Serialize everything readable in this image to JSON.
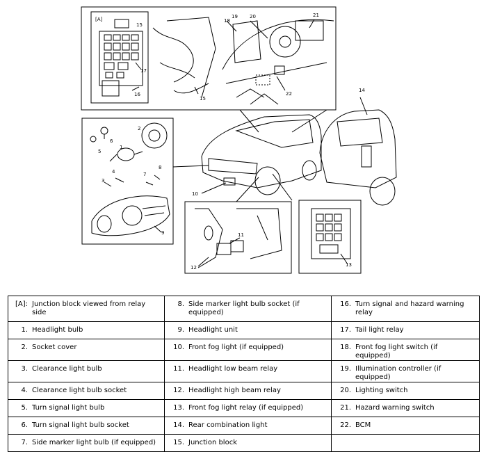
{
  "callouts": {
    "A": "[A]",
    "n1": "1",
    "n2": "2",
    "n3": "3",
    "n4": "4",
    "n5": "5",
    "n6": "6",
    "n7": "7",
    "n8": "8",
    "n9": "9",
    "n10": "10",
    "n11": "11",
    "n12": "12",
    "n13": "13",
    "n14": "14",
    "n15a": "15",
    "n15b": "15",
    "n16": "16",
    "n17": "17",
    "n18": "18",
    "n19": "19",
    "n20": "20",
    "n21": "21",
    "n22": "22"
  },
  "legend": {
    "rows": [
      [
        {
          "num": "[A]:",
          "text": "Junction block viewed from relay side"
        },
        {
          "num": "8.",
          "text": "Side marker light bulb socket (if equipped)"
        },
        {
          "num": "16.",
          "text": "Turn signal and hazard warning relay"
        }
      ],
      [
        {
          "num": "1.",
          "text": "Headlight bulb"
        },
        {
          "num": "9.",
          "text": "Headlight unit"
        },
        {
          "num": "17.",
          "text": "Tail light relay"
        }
      ],
      [
        {
          "num": "2.",
          "text": "Socket cover"
        },
        {
          "num": "10.",
          "text": "Front fog light (if equipped)"
        },
        {
          "num": "18.",
          "text": "Front fog light switch (if equipped)"
        }
      ],
      [
        {
          "num": "3.",
          "text": "Clearance light bulb"
        },
        {
          "num": "11.",
          "text": "Headlight low beam relay"
        },
        {
          "num": "19.",
          "text": "Illumination controller (if equipped)"
        }
      ],
      [
        {
          "num": "4.",
          "text": "Clearance light bulb socket"
        },
        {
          "num": "12.",
          "text": "Headlight high beam relay"
        },
        {
          "num": "20.",
          "text": "Lighting switch"
        }
      ],
      [
        {
          "num": "5.",
          "text": "Turn signal light bulb"
        },
        {
          "num": "13.",
          "text": "Front fog light relay (if equipped)"
        },
        {
          "num": "21.",
          "text": "Hazard warning switch"
        }
      ],
      [
        {
          "num": "6.",
          "text": "Turn signal light bulb socket"
        },
        {
          "num": "14.",
          "text": "Rear combination light"
        },
        {
          "num": "22.",
          "text": "BCM"
        }
      ],
      [
        {
          "num": "7.",
          "text": "Side marker light bulb (if equipped)"
        },
        {
          "num": "15.",
          "text": "Junction block"
        },
        {
          "num": "",
          "text": ""
        }
      ]
    ]
  }
}
